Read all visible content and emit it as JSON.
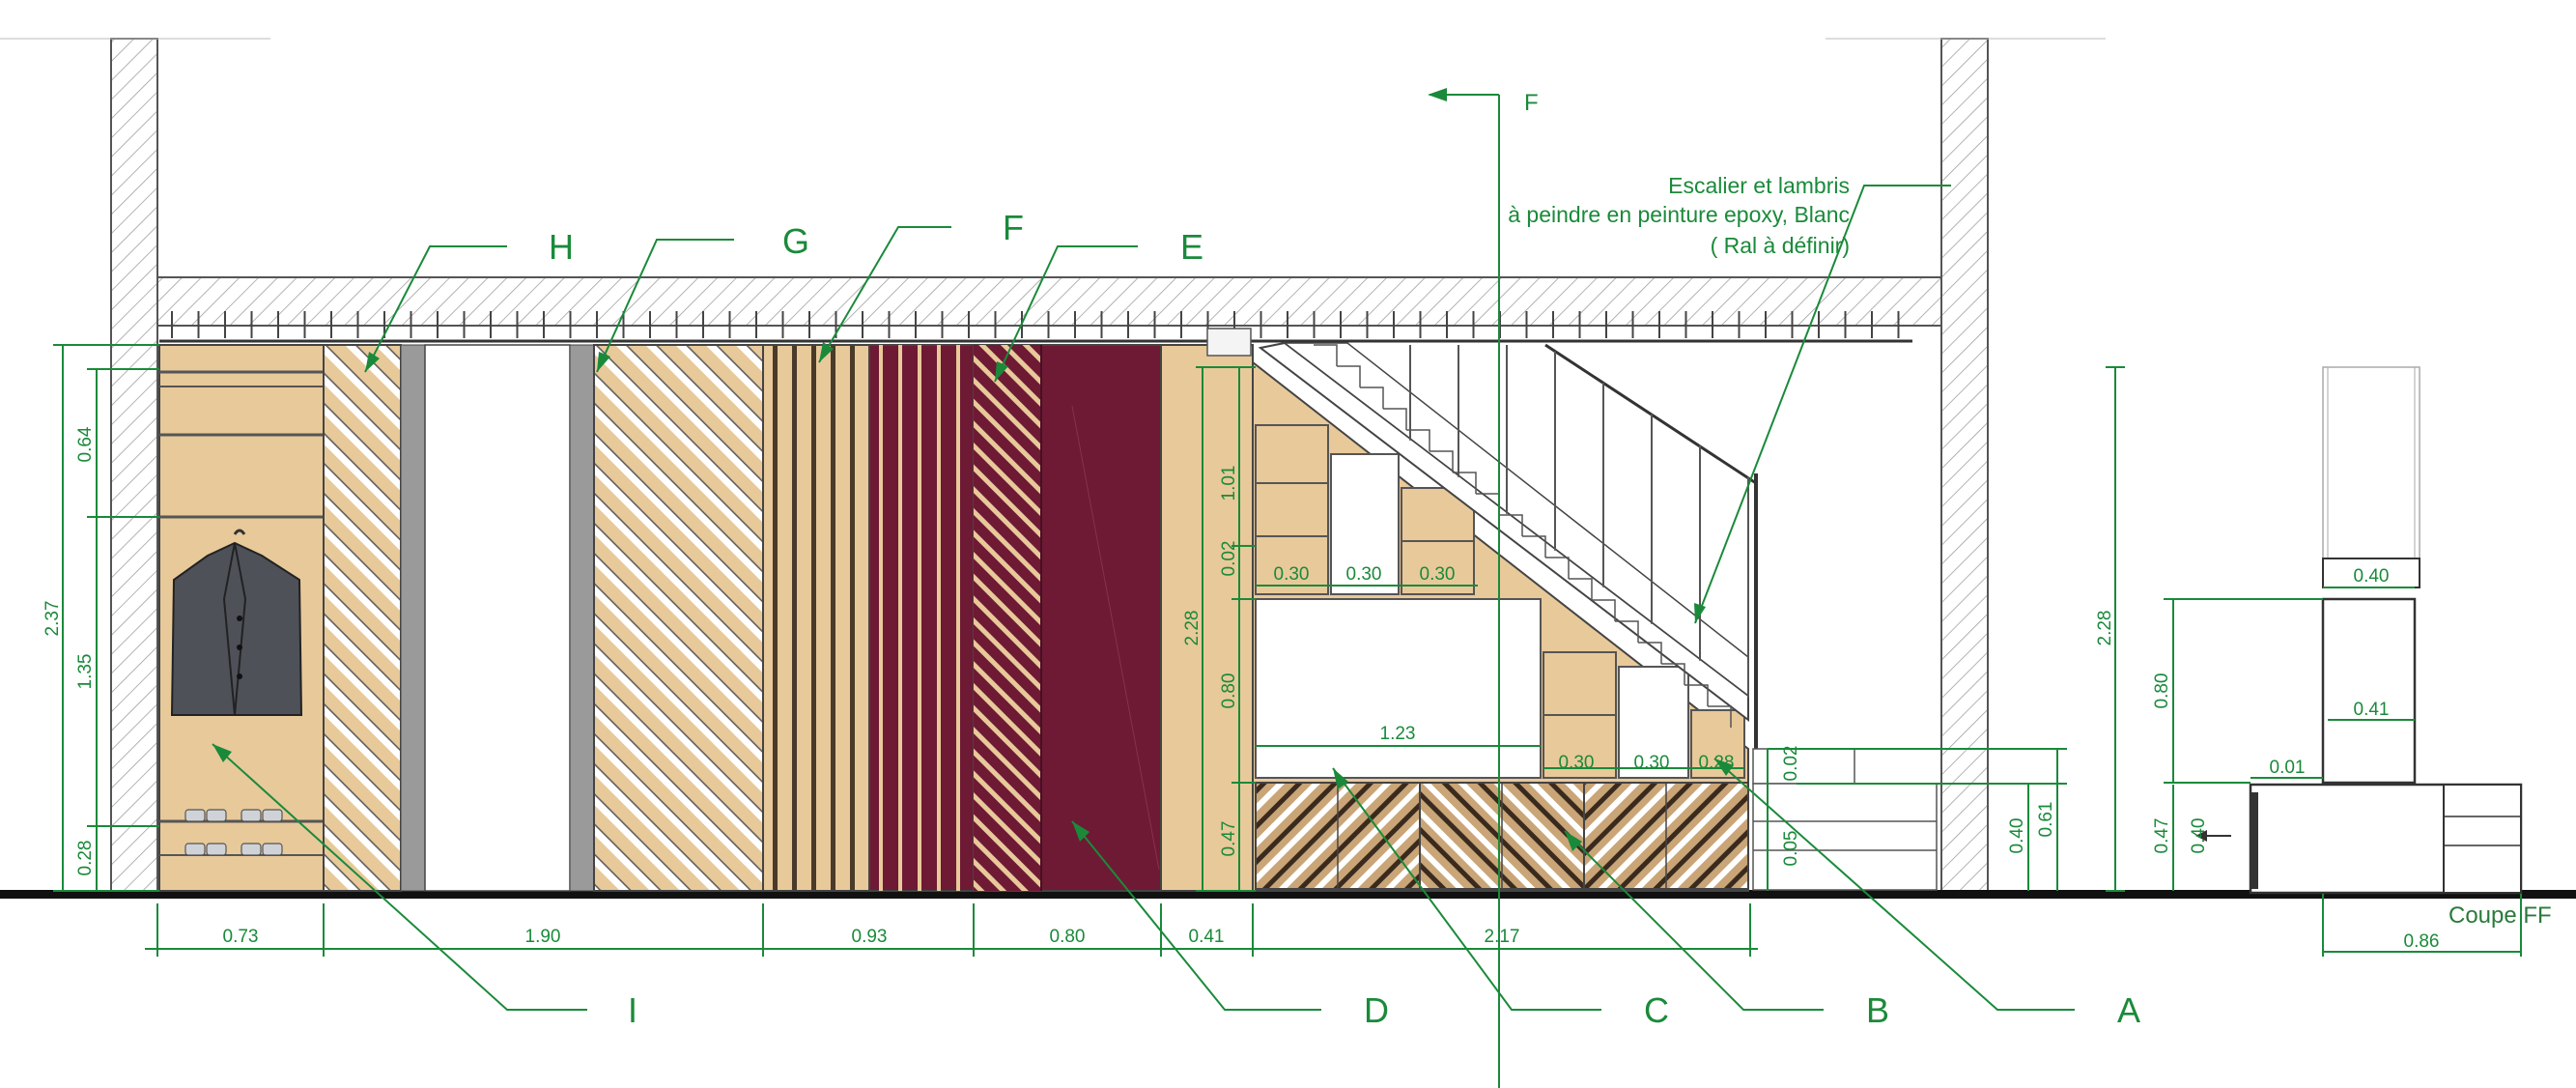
{
  "note": {
    "line1": "Escalier et lambris",
    "line2": "à peindre en peinture epoxy, Blanc",
    "line3": "( Ral à définir)"
  },
  "section_label": "Coupe FF",
  "section_mark": "F",
  "item_labels": {
    "H": "H",
    "G": "G",
    "F": "F",
    "E": "E",
    "I": "I",
    "D": "D",
    "C": "C",
    "B": "B",
    "A": "A"
  },
  "bottom_dimensions": [
    "0.73",
    "1.90",
    "0.93",
    "0.80",
    "0.41",
    "2.17"
  ],
  "left_dimensions": {
    "total": "2.37",
    "d064": "0.64",
    "d135": "1.35",
    "d028": "0.28"
  },
  "stair_dimensions": {
    "height_total": "2.28",
    "d101": "1.01",
    "d002": "0.02",
    "d080": "0.80",
    "d047": "0.47",
    "shelf_a": "0.30",
    "shelf_b": "0.30",
    "shelf_c": "0.30",
    "wide_niche": "1.23",
    "lower_a": "0.30",
    "lower_b": "0.30",
    "lower_c": "0.28",
    "step_002": "0.02",
    "step_005": "0.05",
    "step_040": "0.40",
    "step_061": "0.61"
  },
  "right_detail": {
    "height_total": "2.28",
    "d040_top": "0.40",
    "d080": "0.80",
    "d041": "0.41",
    "d001": "0.01",
    "d047": "0.47",
    "d040": "0.40",
    "d086": "0.86"
  },
  "colors": {
    "annotation_green": "#1a8a3a",
    "wood": "#e8c99a",
    "burgundy": "#6e1a34",
    "dark_wood": "#4a3a2a",
    "wall_hatch": "#888888"
  }
}
